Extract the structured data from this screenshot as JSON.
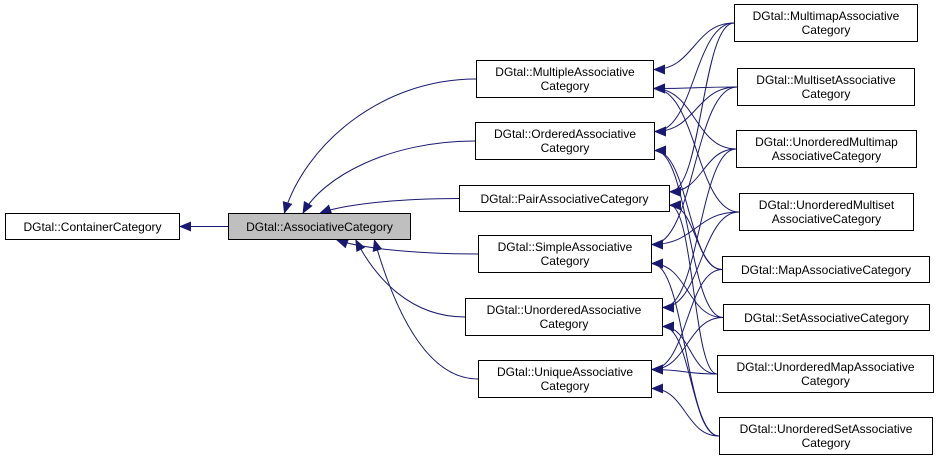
{
  "colors": {
    "edge": "#191970",
    "current_fill": "#bfbfbf",
    "node_border": "#000000"
  },
  "nodes": {
    "container": {
      "line1": "DGtal::ContainerCategory",
      "line2": ""
    },
    "associative": {
      "line1": "DGtal::AssociativeCategory",
      "line2": ""
    },
    "multiple": {
      "line1": "DGtal::MultipleAssociative",
      "line2": "Category"
    },
    "ordered": {
      "line1": "DGtal::OrderedAssociative",
      "line2": "Category"
    },
    "pair": {
      "line1": "DGtal::PairAssociativeCategory",
      "line2": ""
    },
    "simple": {
      "line1": "DGtal::SimpleAssociative",
      "line2": "Category"
    },
    "unordered": {
      "line1": "DGtal::UnorderedAssociative",
      "line2": "Category"
    },
    "unique": {
      "line1": "DGtal::UniqueAssociative",
      "line2": "Category"
    },
    "multimap": {
      "line1": "DGtal::MultimapAssociative",
      "line2": "Category"
    },
    "multiset": {
      "line1": "DGtal::MultisetAssociative",
      "line2": "Category"
    },
    "unordered_multimap": {
      "line1": "DGtal::UnorderedMultimap",
      "line2": "AssociativeCategory"
    },
    "unordered_multiset": {
      "line1": "DGtal::UnorderedMultiset",
      "line2": "AssociativeCategory"
    },
    "map": {
      "line1": "DGtal::MapAssociativeCategory",
      "line2": ""
    },
    "set": {
      "line1": "DGtal::SetAssociativeCategory",
      "line2": ""
    },
    "unordered_map": {
      "line1": "DGtal::UnorderedMapAssociative",
      "line2": "Category"
    },
    "unordered_set": {
      "line1": "DGtal::UnorderedSetAssociative",
      "line2": "Category"
    }
  },
  "edges": [
    [
      "associative",
      "container"
    ],
    [
      "multiple",
      "associative"
    ],
    [
      "ordered",
      "associative"
    ],
    [
      "pair",
      "associative"
    ],
    [
      "simple",
      "associative"
    ],
    [
      "unordered",
      "associative"
    ],
    [
      "unique",
      "associative"
    ],
    [
      "multimap",
      "multiple"
    ],
    [
      "multimap",
      "ordered"
    ],
    [
      "multimap",
      "pair"
    ],
    [
      "multiset",
      "multiple"
    ],
    [
      "multiset",
      "ordered"
    ],
    [
      "multiset",
      "simple"
    ],
    [
      "unordered_multimap",
      "multiple"
    ],
    [
      "unordered_multimap",
      "unordered"
    ],
    [
      "unordered_multimap",
      "pair"
    ],
    [
      "unordered_multiset",
      "multiple"
    ],
    [
      "unordered_multiset",
      "unordered"
    ],
    [
      "unordered_multiset",
      "simple"
    ],
    [
      "map",
      "ordered"
    ],
    [
      "map",
      "pair"
    ],
    [
      "map",
      "unique"
    ],
    [
      "set",
      "ordered"
    ],
    [
      "set",
      "simple"
    ],
    [
      "set",
      "unique"
    ],
    [
      "unordered_map",
      "unordered"
    ],
    [
      "unordered_map",
      "pair"
    ],
    [
      "unordered_map",
      "unique"
    ],
    [
      "unordered_set",
      "unordered"
    ],
    [
      "unordered_set",
      "simple"
    ],
    [
      "unordered_set",
      "unique"
    ]
  ]
}
